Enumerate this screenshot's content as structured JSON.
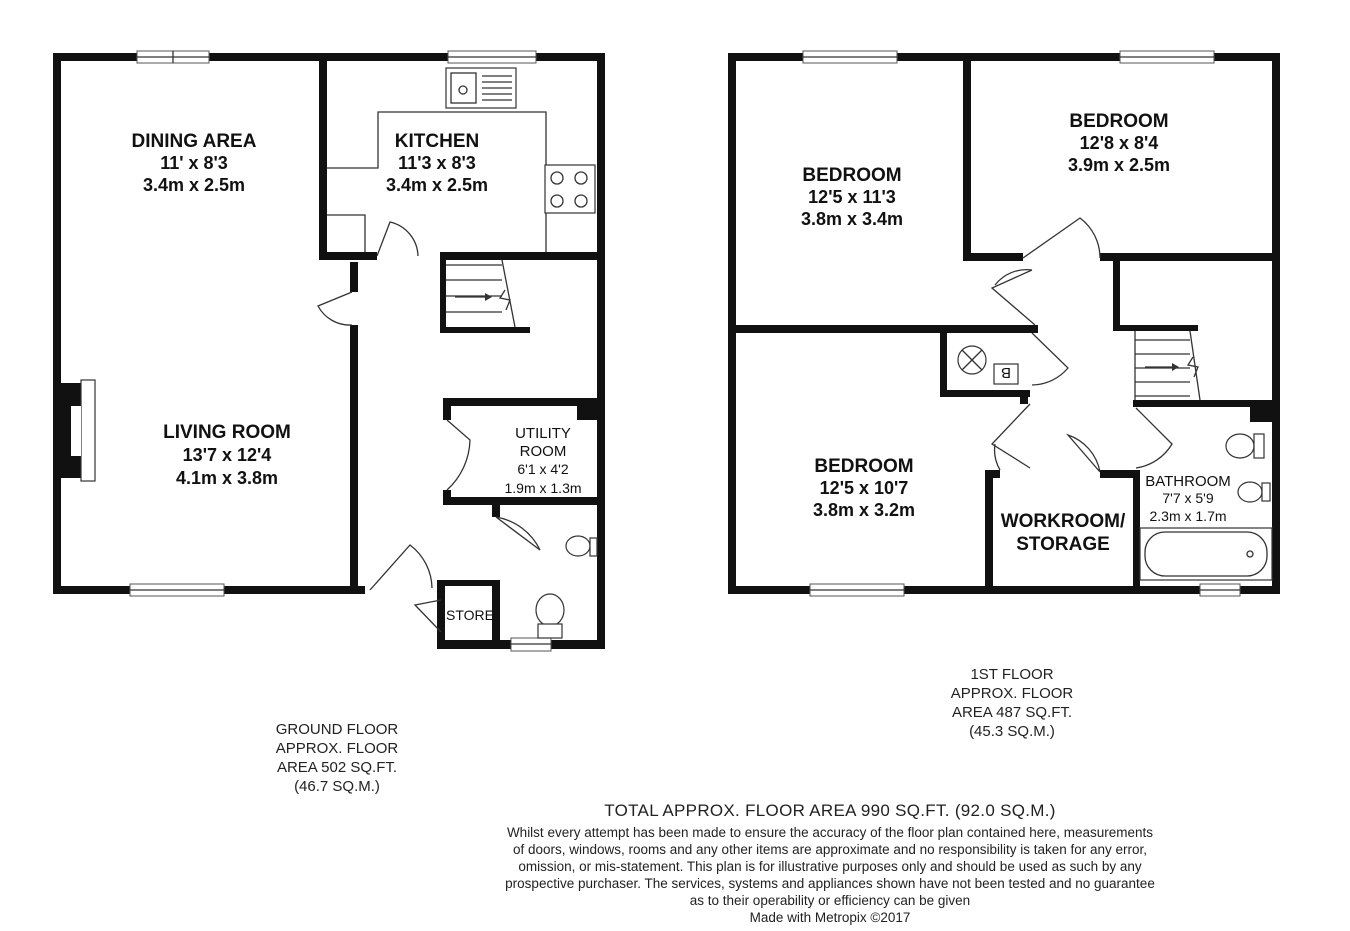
{
  "ground_floor": {
    "rooms": {
      "dining": {
        "name": "DINING AREA",
        "dim_imperial": "11' x 8'3",
        "dim_metric": "3.4m x 2.5m"
      },
      "kitchen": {
        "name": "KITCHEN",
        "dim_imperial": "11'3 x 8'3",
        "dim_metric": "3.4m x 2.5m"
      },
      "living": {
        "name": "LIVING ROOM",
        "dim_imperial": "13'7 x 12'4",
        "dim_metric": "4.1m x 3.8m"
      },
      "utility": {
        "name_line1": "UTILITY",
        "name_line2": "ROOM",
        "dim_imperial": "6'1 x 4'2",
        "dim_metric": "1.9m x 1.3m"
      },
      "store": {
        "name": "STORE"
      }
    },
    "caption": [
      "GROUND FLOOR",
      "APPROX. FLOOR",
      "AREA 502 SQ.FT.",
      "(46.7 SQ.M.)"
    ]
  },
  "first_floor": {
    "rooms": {
      "bedroom1": {
        "name": "BEDROOM",
        "dim_imperial": "12'5 x 11'3",
        "dim_metric": "3.8m x 3.4m"
      },
      "bedroom2": {
        "name": "BEDROOM",
        "dim_imperial": "12'8 x 8'4",
        "dim_metric": "3.9m x 2.5m"
      },
      "bedroom3": {
        "name": "BEDROOM",
        "dim_imperial": "12'5 x 10'7",
        "dim_metric": "3.8m x 3.2m"
      },
      "bathroom": {
        "name": "BATHROOM",
        "dim_imperial": "7'7 x 5'9",
        "dim_metric": "2.3m x 1.7m"
      },
      "workroom": {
        "name_line1": "WORKROOM/",
        "name_line2": "STORAGE"
      },
      "boiler_label": "B"
    },
    "caption": [
      "1ST FLOOR",
      "APPROX. FLOOR",
      "AREA 487 SQ.FT.",
      "(45.3 SQ.M.)"
    ]
  },
  "total": "TOTAL APPROX. FLOOR AREA 990 SQ.FT. (92.0 SQ.M.)",
  "disclaimer": [
    "Whilst every attempt has been made to ensure the accuracy of the floor plan contained here, measurements",
    "of doors, windows, rooms and any other items are approximate and no responsibility is taken for any error,",
    "omission, or mis-statement. This plan is for illustrative purposes only and should be used as such by any",
    "prospective purchaser. The services, systems and appliances shown have not been tested and no guarantee",
    "as to their operability or efficiency can be given",
    "Made with Metropix ©2017"
  ]
}
